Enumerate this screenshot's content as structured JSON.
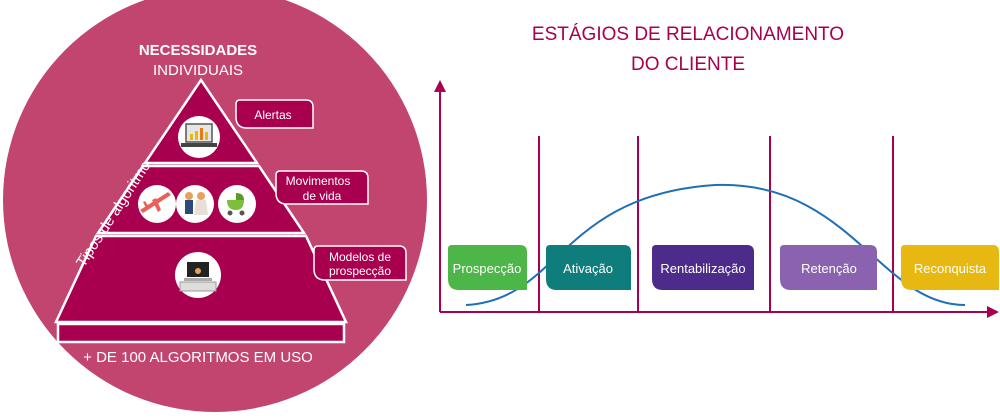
{
  "pyramid": {
    "top_label_line1": "NECESSIDADES",
    "top_label_line2": "INDIVIDUAIS",
    "side_label": "Tipos de algoritmo",
    "base_label": "+ DE 100 ALGORITMOS EM USO",
    "tiers": [
      {
        "tag": "Alertas",
        "icons": [
          "laptop-chart-icon"
        ]
      },
      {
        "tag_line1": "Movimentos",
        "tag_line2": "de vida",
        "icons": [
          "airplane-icon",
          "couple-icon",
          "baby-carriage-icon"
        ]
      },
      {
        "tag_line1": "Modelos de",
        "tag_line2": "prospecção",
        "icons": [
          "workstation-icon"
        ]
      }
    ],
    "colors": {
      "circle": "#c2456f",
      "pyramid": "#a8004f",
      "tag_fill": "#a8004f"
    }
  },
  "stages": {
    "title_line1": "ESTÁGIOS DE RELACIONAMENTO",
    "title_line2": "DO CLIENTE",
    "title_color": "#a8004f",
    "items": [
      {
        "label": "Prospecção",
        "color": "#4cb648"
      },
      {
        "label": "Ativação",
        "color": "#0f7d7b"
      },
      {
        "label": "Rentabilização",
        "color": "#4d2b8a"
      },
      {
        "label": "Retenção",
        "color": "#8a62b0"
      },
      {
        "label": "Reconquista",
        "color": "#e8b812"
      }
    ],
    "axis_color": "#a8004f",
    "curve_color": "#1f6fb5"
  }
}
